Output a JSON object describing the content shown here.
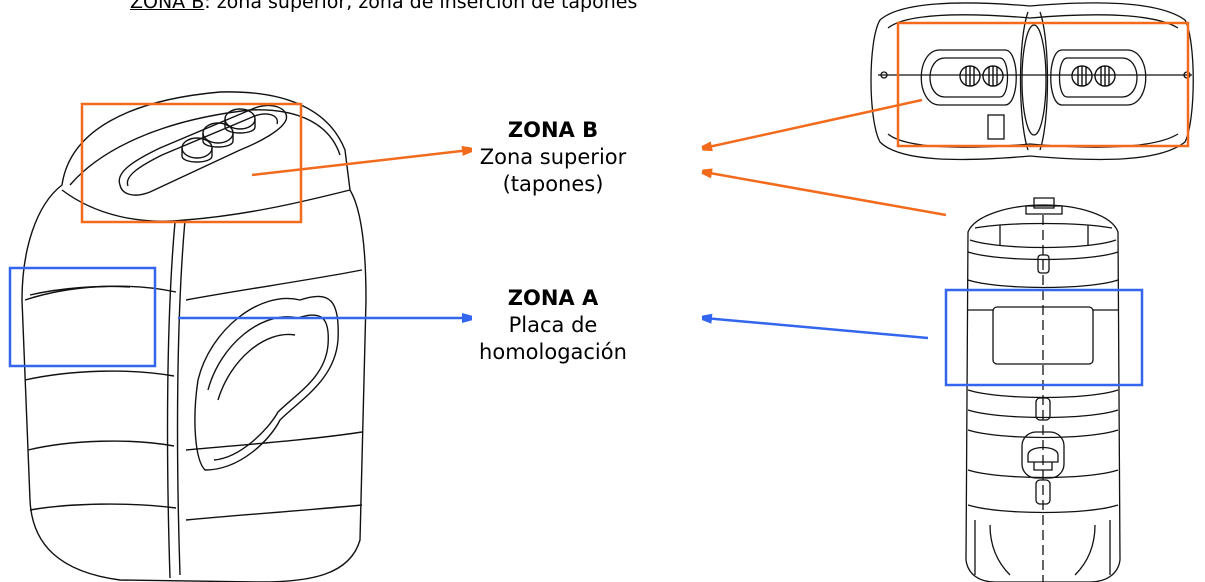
{
  "caption": {
    "underlined": "ZONA B",
    "rest": ": zona superior, zona de inserción de tapones"
  },
  "zones": {
    "b": {
      "title": "ZONA B",
      "line1": "Zona superior",
      "line2": "(tapones)",
      "color": "#f26b1d"
    },
    "a": {
      "title": "ZONA A",
      "line1": "Placa de",
      "line2": "homologación",
      "color": "#3366ee"
    }
  }
}
